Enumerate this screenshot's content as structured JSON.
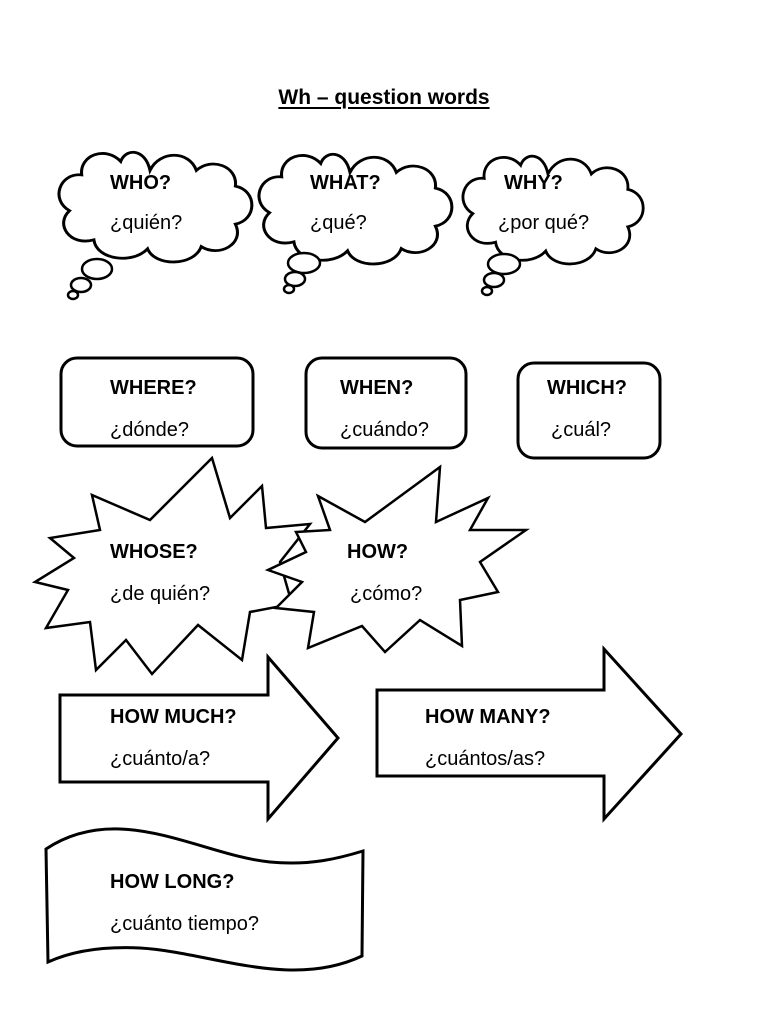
{
  "title": "Wh – question words",
  "items": {
    "who": {
      "en": "WHO?",
      "es": "¿quién?",
      "shape": "thought-cloud"
    },
    "what": {
      "en": "WHAT?",
      "es": "¿qué?",
      "shape": "thought-cloud"
    },
    "why": {
      "en": "WHY?",
      "es": "¿por qué?",
      "shape": "thought-cloud"
    },
    "where": {
      "en": "WHERE?",
      "es": "¿dónde?",
      "shape": "rounded-box"
    },
    "when": {
      "en": "WHEN?",
      "es": "¿cuándo?",
      "shape": "rounded-box"
    },
    "which": {
      "en": "WHICH?",
      "es": "¿cuál?",
      "shape": "rounded-box"
    },
    "whose": {
      "en": "WHOSE?",
      "es": "¿de quién?",
      "shape": "starburst"
    },
    "how": {
      "en": "HOW?",
      "es": "¿cómo?",
      "shape": "starburst"
    },
    "how_much": {
      "en": "HOW MUCH?",
      "es": "¿cuánto/a?",
      "shape": "arrow"
    },
    "how_many": {
      "en": "HOW MANY?",
      "es": "¿cuántos/as?",
      "shape": "arrow"
    },
    "how_long": {
      "en": "HOW LONG?",
      "es": "¿cuánto tiempo?",
      "shape": "wavy-banner"
    }
  }
}
